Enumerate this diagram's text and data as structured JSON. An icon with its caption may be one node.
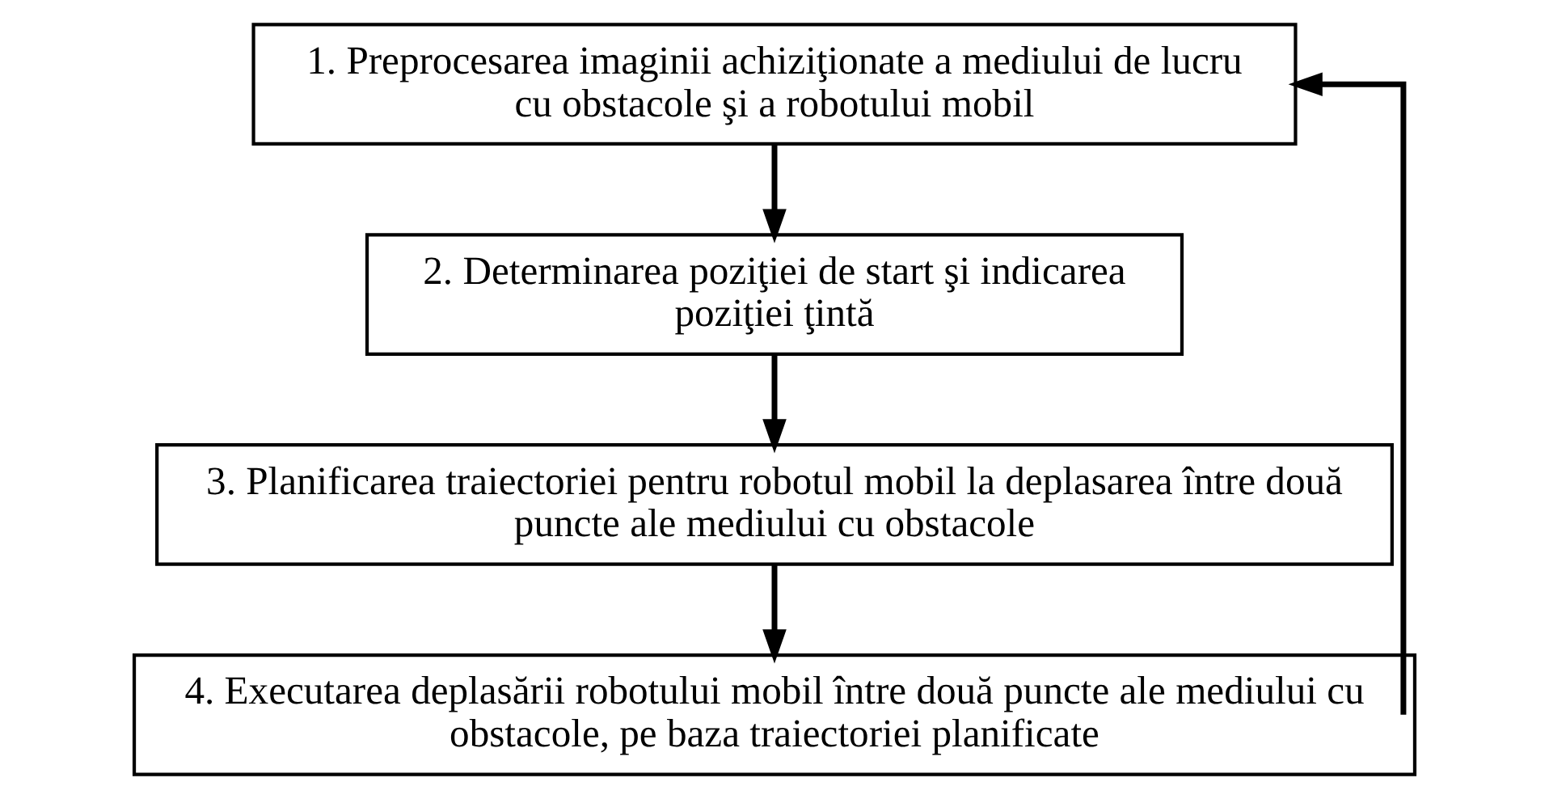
{
  "diagram": {
    "nodes": [
      {
        "text": [
          "1. Preprocesarea imaginii achiziţionate a mediului de lucru cu obstacole şi a robotului mobil"
        ]
      },
      {
        "text": [
          "2. Determinarea poziţiei de start şi indicarea poziţiei ţintă"
        ]
      },
      {
        "text": [
          "3. Planificarea traiectoriei pentru robotul mobil la deplasarea între două puncte ale mediului cu obstacole"
        ]
      },
      {
        "text": [
          "4. Executarea deplasării robotului mobil între două puncte ale mediului cu obstacole, pe baza traiectoriei planificate"
        ]
      }
    ],
    "edges": [
      {
        "from": 0,
        "to": 1,
        "arrow": "to"
      },
      {
        "from": 1,
        "to": 2,
        "arrow": "to"
      },
      {
        "from": 2,
        "to": 3,
        "arrow": "to"
      },
      {
        "from": 3,
        "to": 0,
        "arrow": "to"
      }
    ]
  }
}
